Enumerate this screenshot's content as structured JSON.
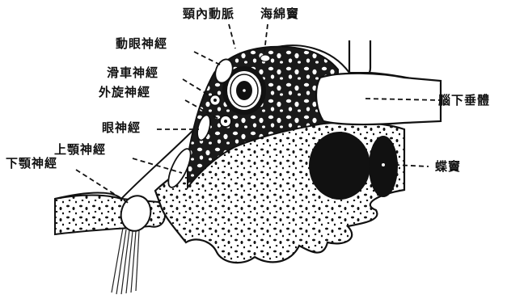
{
  "labels": {
    "internal_carotid_artery": "頸內動脈",
    "cavernous_sinus": "海綿竇",
    "oculomotor_nerve": "動眼神經",
    "trochlear_nerve": "滑車神經",
    "abducens_nerve": "外旋神經",
    "ophthalmic_nerve": "眼神經",
    "maxillary_nerve": "上顎神經",
    "mandibular_nerve": "下顎神經",
    "pituitary": "腦下垂體",
    "sphenoid_sinus": "蝶竇"
  }
}
